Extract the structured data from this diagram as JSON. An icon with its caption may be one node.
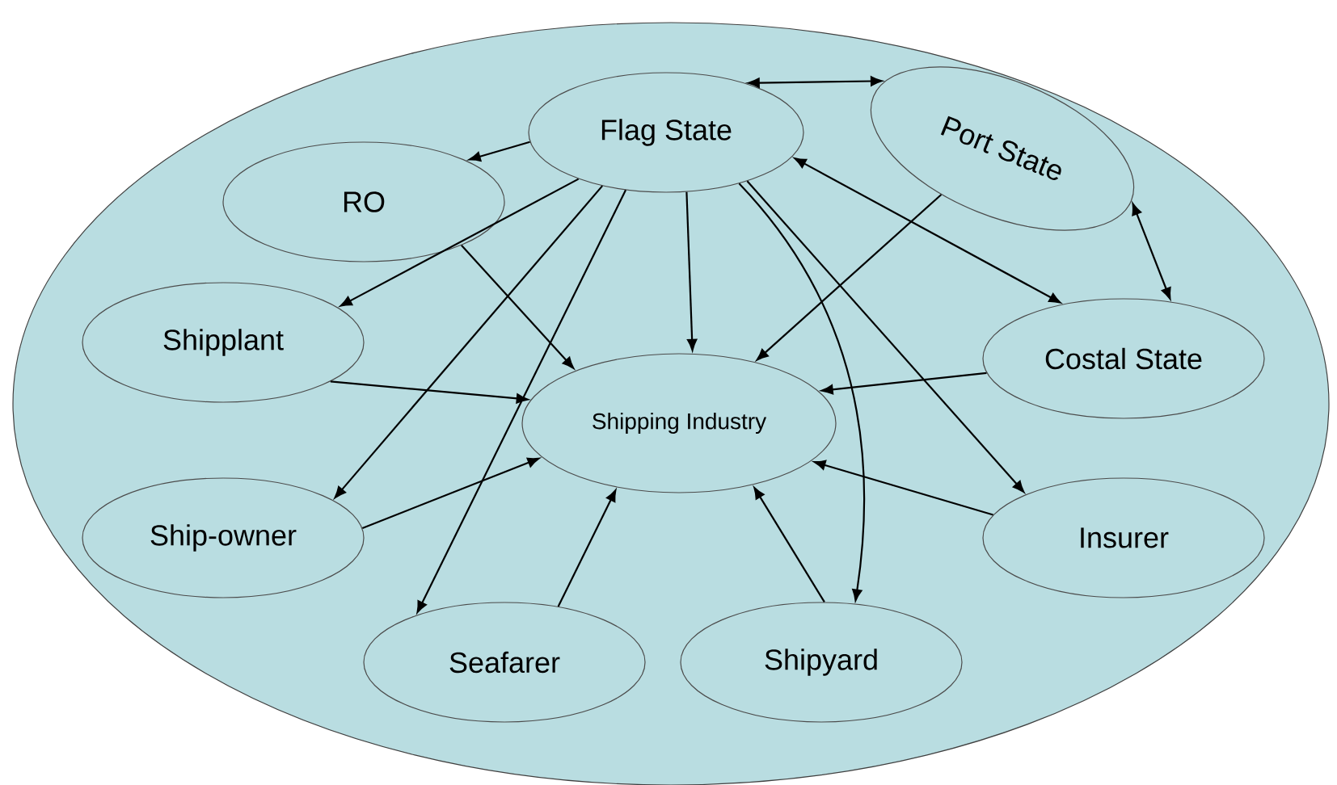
{
  "diagram": {
    "nodes": [
      {
        "text": [],
        "shape": "ellipse"
      },
      {
        "text": [
          "Flag State"
        ],
        "in": 0
      },
      {
        "text": [
          "Port State"
        ],
        "in": 0
      },
      {
        "text": [
          "RO"
        ],
        "in": 0
      },
      {
        "text": [
          "Shipplant"
        ],
        "in": 0
      },
      {
        "text": [
          "Shipping Industry"
        ],
        "in": 0
      },
      {
        "text": [
          "Costal State"
        ],
        "in": 0
      },
      {
        "text": [
          "Ship-owner"
        ],
        "in": 0
      },
      {
        "text": [
          "Insurer"
        ],
        "in": 0
      },
      {
        "text": [
          "Seafarer"
        ],
        "in": 0
      },
      {
        "text": [
          "Shipyard"
        ],
        "in": 0
      }
    ],
    "edges": [
      {
        "from": 1,
        "to": 2,
        "arrow": "both"
      },
      {
        "from": 1,
        "to": 3,
        "arrow": "to"
      },
      {
        "from": 1,
        "to": 4,
        "arrow": "to"
      },
      {
        "from": 1,
        "to": 7,
        "arrow": "to"
      },
      {
        "from": 1,
        "to": 9,
        "arrow": "to"
      },
      {
        "from": 1,
        "to": 10,
        "arrow": "to"
      },
      {
        "from": 1,
        "to": 5,
        "arrow": "to"
      },
      {
        "from": 1,
        "to": 8,
        "arrow": "to"
      },
      {
        "from": 1,
        "to": 6,
        "arrow": "both"
      },
      {
        "from": 2,
        "to": 6,
        "arrow": "both"
      },
      {
        "from": 2,
        "to": 5,
        "arrow": "to"
      },
      {
        "from": 3,
        "to": 5,
        "arrow": "to"
      },
      {
        "from": 4,
        "to": 5,
        "arrow": "to"
      },
      {
        "from": 6,
        "to": 5,
        "arrow": "to"
      },
      {
        "from": 7,
        "to": 5,
        "arrow": "to"
      },
      {
        "from": 8,
        "to": 5,
        "arrow": "to"
      },
      {
        "from": 9,
        "to": 5,
        "arrow": "to"
      },
      {
        "from": 10,
        "to": 5,
        "arrow": "to"
      }
    ]
  }
}
